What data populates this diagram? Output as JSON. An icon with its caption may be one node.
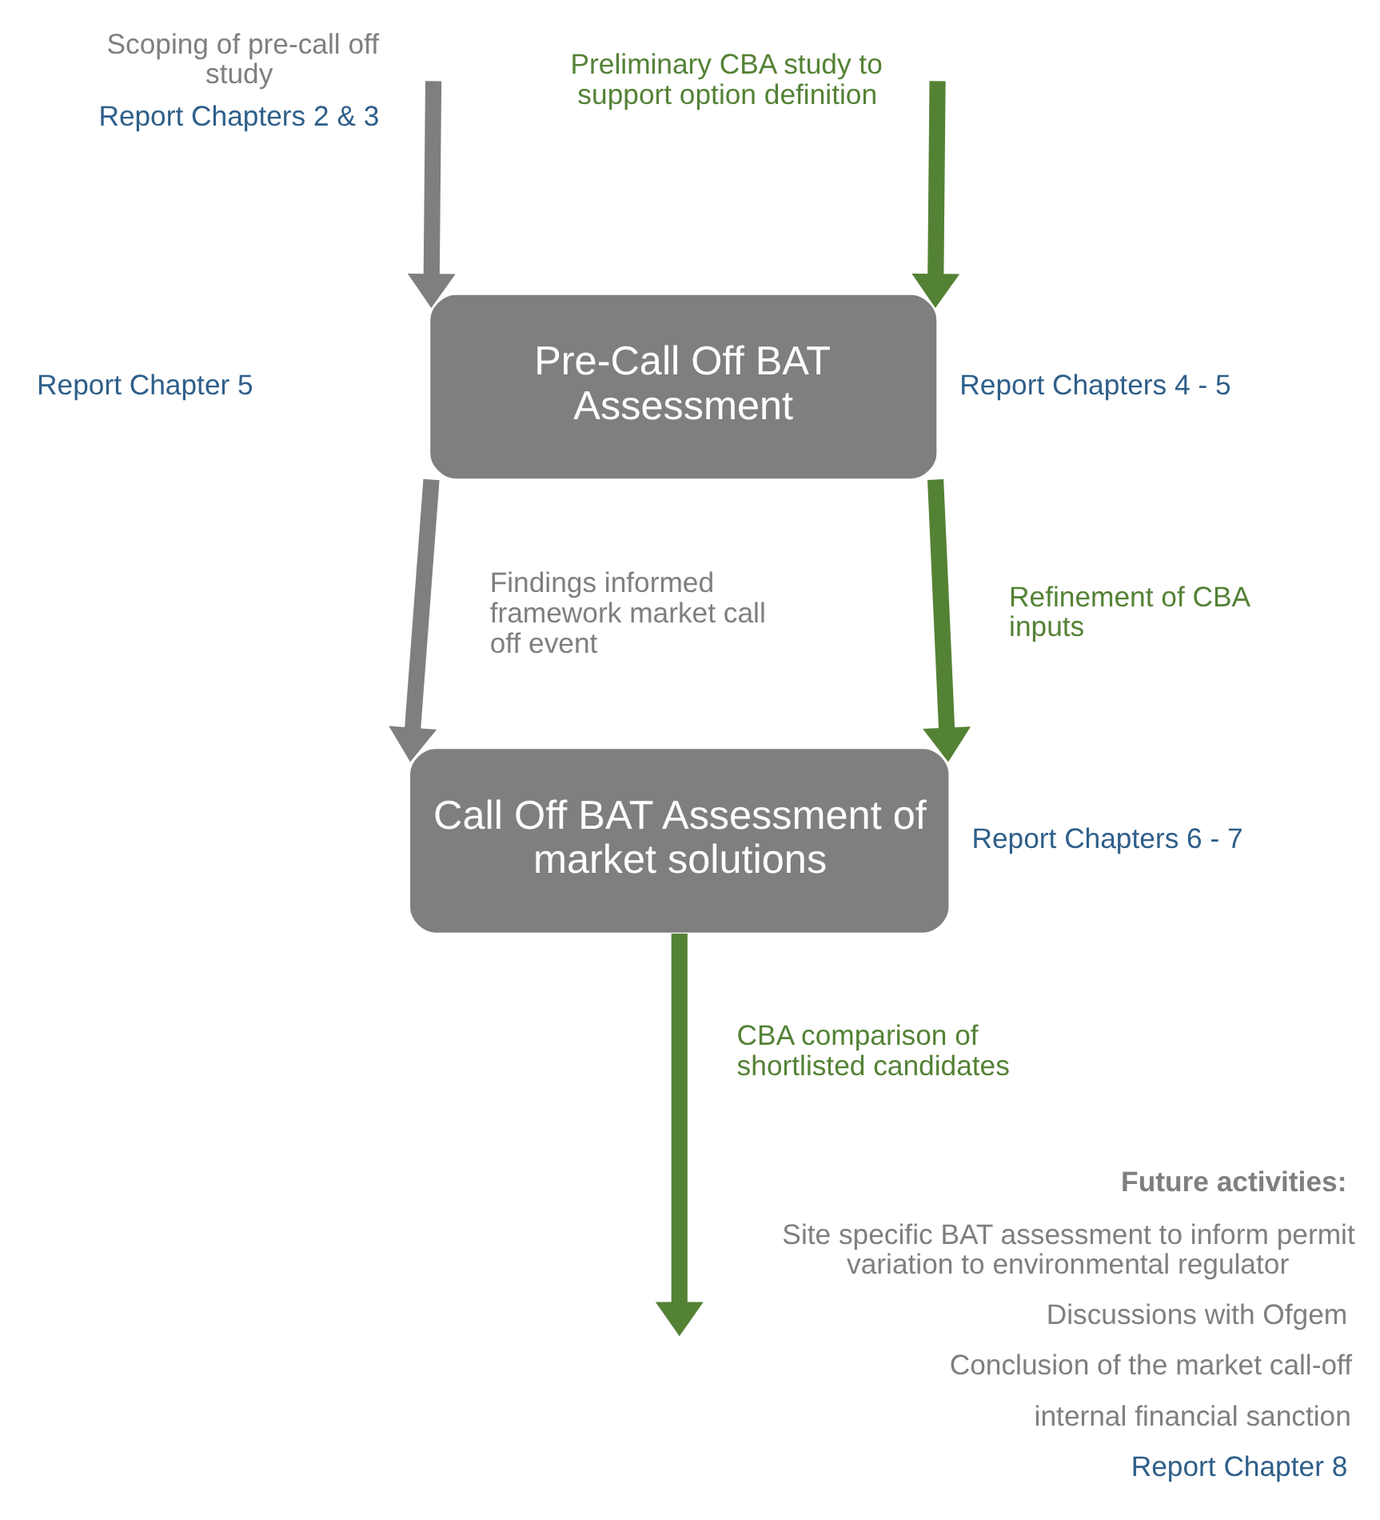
{
  "diagram": {
    "nodes": [
      {
        "text": [
          "Scoping of pre-call off study"
        ],
        "beside": [
          "Report Chapters 2 & 3"
        ]
      },
      {
        "text": [
          "Preliminary CBA study to support option definition"
        ]
      },
      {
        "text": [
          "Pre-Call Off BAT Assessment"
        ],
        "beside": [
          "Report Chapters 4 - 5"
        ]
      },
      {
        "text": [
          "Call Off BAT Assessment of market solutions"
        ],
        "beside": [
          "Report Chapters 6 - 7"
        ]
      }
    ],
    "edges": [
      {
        "from": 0,
        "to": 2,
        "arrow": "to"
      },
      {
        "from": 1,
        "to": 2,
        "arrow": "to",
        "color": "#548235"
      },
      {
        "from": 2,
        "to": 3,
        "arrow": "to",
        "label": "Findings informed framework market call off event"
      },
      {
        "from": 2,
        "to": 3,
        "arrow": "to",
        "label": "Refinement of CBA inputs",
        "color": "#548235"
      },
      {
        "from": 3,
        "to": null,
        "arrow": "to",
        "label": "CBA comparison of shortlisted candidates",
        "color": "#548235"
      }
    ],
    "labels": [
      "Report Chapter 5",
      "Future activities:",
      "Site specific BAT assessment to inform permit variation to environmental regulator",
      "Discussions with Ofgem",
      "Conclusion of the market call-off",
      "internal financial sanction",
      "Report Chapter 8"
    ]
  }
}
